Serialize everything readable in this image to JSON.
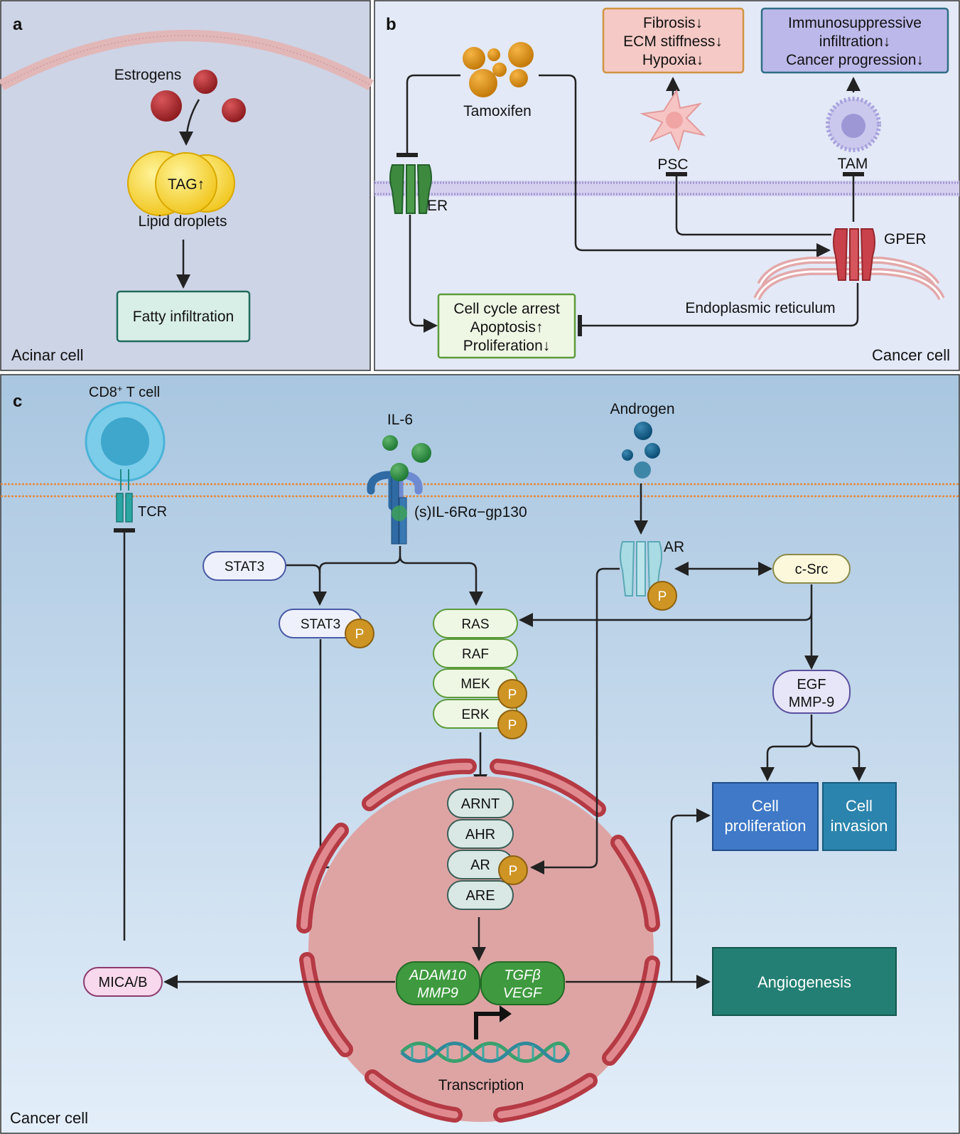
{
  "panels": {
    "a": {
      "letter": "a",
      "cell_label": "Acinar cell"
    },
    "b": {
      "letter": "b",
      "cell_label": "Cancer cell"
    },
    "c": {
      "letter": "c",
      "cell_label": "Cancer cell"
    }
  },
  "a": {
    "estrogens": "Estrogens",
    "tag": "TAG↑",
    "lipid_droplets": "Lipid droplets",
    "fatty_infiltration": "Fatty infiltration"
  },
  "b": {
    "tamoxifen": "Tamoxifen",
    "er": "ER",
    "psc": "PSC",
    "tam": "TAM",
    "gper": "GPER",
    "er_reticulum": "Endoplasmic reticulum",
    "psc_effects": [
      "Fibrosis↓",
      "ECM stiffness↓",
      "Hypoxia↓"
    ],
    "tam_effects": [
      "Immunosuppressive",
      "infiltration↓",
      "Cancer progression↓"
    ],
    "cell_effects": [
      "Cell cycle arrest",
      "Apoptosis↑",
      "Proliferation↓"
    ]
  },
  "c": {
    "cd8_label": "CD8",
    "cd8_sup": "+",
    "cd8_rest": " T cell",
    "tcr": "TCR",
    "il6": "IL-6",
    "il6r": "(s)IL-6Rα−gp130",
    "androgen": "Androgen",
    "ar_membrane": "AR",
    "csrc": "c-Src",
    "stat3": "STAT3",
    "stat3p": "STAT3",
    "phospho": "P",
    "mapk": [
      "RAS",
      "RAF",
      "MEK",
      "ERK"
    ],
    "egf": [
      "EGF",
      "MMP-9"
    ],
    "cell_proliferation": [
      "Cell",
      "proliferation"
    ],
    "cell_invasion": [
      "Cell",
      "invasion"
    ],
    "nuclear": [
      "ARNT",
      "AHR",
      "AR",
      "ARE"
    ],
    "gene_left": [
      "ADAM10",
      "MMP9"
    ],
    "gene_right": [
      "TGFβ",
      "VEGF"
    ],
    "transcription": "Transcription",
    "mica": "MICA/B",
    "angiogenesis": "Angiogenesis"
  },
  "colors": {
    "panel_a_bg": "#cdd4e6",
    "panel_b_bg": "#e3e9f7",
    "panel_c_top": "#a9c6e0",
    "panel_c_bottom": "#e2edf8",
    "estrogen": "#b3262b",
    "tamoxifen": "#d98a10",
    "green_box": "#eef7e4",
    "green_stroke": "#5c9b39",
    "proliferation_blue": "#3f79c7",
    "invasion_blue": "#2b84ad",
    "angiogenesis": "#237f73",
    "nucleus": "#dea4a4",
    "phospho": "#cf9524"
  }
}
